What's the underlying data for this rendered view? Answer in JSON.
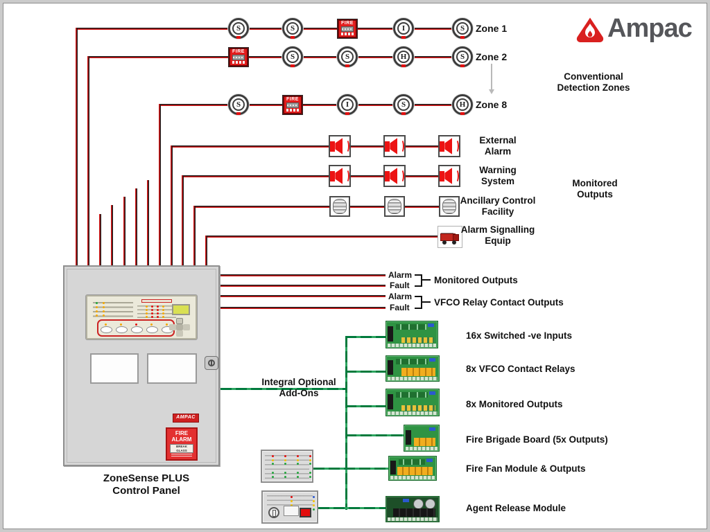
{
  "brand": {
    "name": "Ampac",
    "logo_color": "#d9201f",
    "text_color": "#55565a"
  },
  "colors": {
    "wire_red": "#d61414",
    "wire_green": "#007a3c",
    "panel_grey": "#d6d6d6"
  },
  "zones": [
    {
      "label": "Zone 1",
      "devices": [
        "S",
        "S",
        "FIRE",
        "I",
        "S"
      ]
    },
    {
      "label": "Zone 2",
      "devices": [
        "FIRE",
        "S",
        "S",
        "H",
        "S"
      ]
    },
    {
      "label": "Zone 8",
      "devices": [
        "S",
        "FIRE",
        "I",
        "S",
        "H"
      ]
    }
  ],
  "section_labels": {
    "conventional_zones": "Conventional Detection Zones",
    "monitored_outputs_group": "Monitored Outputs"
  },
  "output_rows": {
    "external_alarm": "External Alarm",
    "warning_system": "Warning System",
    "ancillary": "Ancillary Control Facility",
    "signalling": "Alarm Signalling Equip"
  },
  "relay_outputs": {
    "alarm": "Alarm",
    "fault": "Fault",
    "monitored": "Monitored Outputs",
    "vfco": "VFCO Relay Contact Outputs"
  },
  "addons": {
    "feed_label": "Integral Optional Add-Ons",
    "boards": [
      {
        "label": "16x Switched -ve Inputs"
      },
      {
        "label": "8x VFCO Contact Relays"
      },
      {
        "label": "8x Monitored Outputs"
      },
      {
        "label": "Fire Brigade Board (5x Outputs)"
      },
      {
        "label": "Fire Fan Module & Outputs"
      },
      {
        "label": "Agent Release Module"
      }
    ]
  },
  "panel": {
    "caption": "ZoneSense PLUS Control Panel",
    "sticker_brand": "AMPAC",
    "callpoint_fire": "FIRE",
    "callpoint_alarm": "ALARM",
    "callpoint_glass": "BREAK GLASS"
  }
}
